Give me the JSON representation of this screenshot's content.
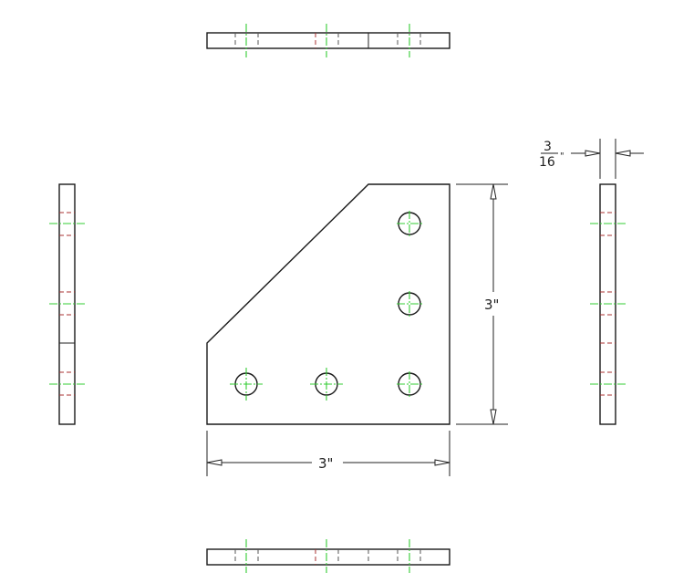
{
  "drawing": {
    "type": "orthographic-multiview",
    "part": "5-hole corner gusset plate",
    "colors": {
      "outline": "#1a1a1a",
      "centerline": "#33cc33",
      "hidden_line": "#a83232",
      "background": "#ffffff"
    },
    "dimensions": {
      "width_label": "3\"",
      "height_label": "3\"",
      "thickness_numerator": "3",
      "thickness_denominator": "16",
      "thickness_unit": "\""
    },
    "views": {
      "front": {
        "label": "front-view",
        "holes": 5
      },
      "top": {
        "label": "top-view"
      },
      "bottom": {
        "label": "bottom-view"
      },
      "left": {
        "label": "left-side-view"
      },
      "right": {
        "label": "right-side-view"
      }
    }
  }
}
